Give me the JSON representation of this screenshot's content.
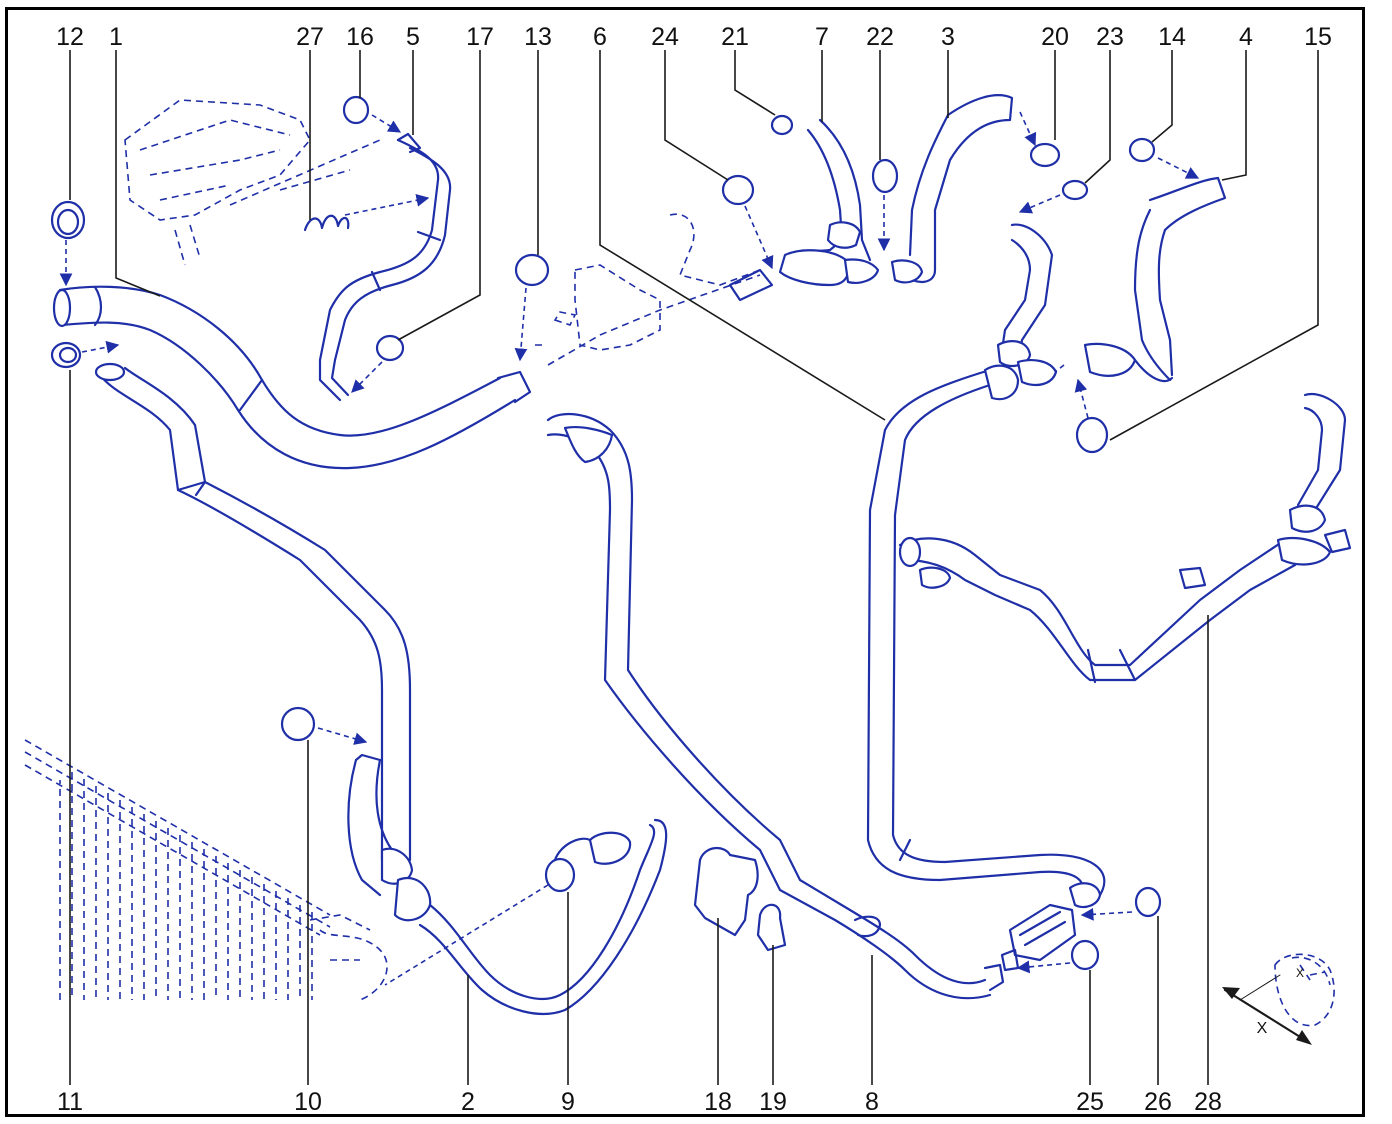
{
  "diagram": {
    "callouts_top": [
      "12",
      "1",
      "27",
      "16",
      "5",
      "17",
      "13",
      "6",
      "24",
      "21",
      "7",
      "22",
      "3",
      "20",
      "23",
      "14",
      "4",
      "15"
    ],
    "callouts_bottom": [
      "11",
      "10",
      "2",
      "9",
      "18",
      "19",
      "8",
      "25",
      "26",
      "28"
    ],
    "dimension_label": "X",
    "line_color": "#1f2fa8",
    "frame_color": "#000000"
  }
}
